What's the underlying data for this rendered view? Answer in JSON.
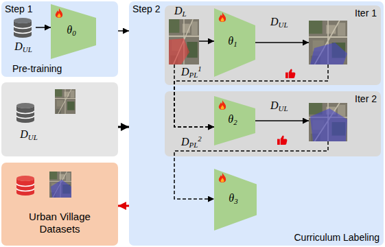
{
  "diagram": {
    "nodes": [
      {
        "text": [
          "Step 1",
          "Pre-training"
        ]
      },
      {
        "text": [
          "DUL"
        ],
        "in": 0
      },
      {
        "text": [
          "θ0"
        ],
        "in": 0
      },
      {
        "text": [
          "DUL"
        ]
      },
      {
        "text": [
          "Urban Village Datasets"
        ]
      },
      {
        "text": [
          "Step 2",
          "Curriculum Labeling"
        ]
      },
      {
        "text": [
          "Iter 1"
        ],
        "in": 5
      },
      {
        "text": [
          "DL"
        ],
        "in": 6
      },
      {
        "text": [
          "θ1"
        ],
        "in": 6
      },
      {
        "text": [
          "DUL"
        ],
        "in": 6
      },
      {
        "text": [
          "Iter 2"
        ],
        "in": 5
      },
      {
        "text": [
          "θ2"
        ],
        "in": 10
      },
      {
        "text": [
          "DUL"
        ],
        "in": 10
      },
      {
        "text": [
          "θ3"
        ],
        "in": 5
      }
    ],
    "edges": [
      {
        "from": 0,
        "to": 5,
        "arrow": "to"
      },
      {
        "from": 3,
        "to": 5,
        "arrow": "to"
      },
      {
        "from": 5,
        "to": 4,
        "arrow": "to"
      },
      {
        "from": 1,
        "to": 2,
        "arrow": "to"
      },
      {
        "from": 7,
        "to": 8,
        "arrow": "to"
      },
      {
        "from": 8,
        "to": 9,
        "arrow": "to"
      },
      {
        "from": 9,
        "to": 11,
        "label": "DPL1",
        "arrow": "to"
      },
      {
        "from": 7,
        "to": 11,
        "arrow": "to"
      },
      {
        "from": 11,
        "to": 12,
        "arrow": "to"
      },
      {
        "from": 12,
        "to": 13,
        "label": "DPL2",
        "arrow": "to"
      }
    ]
  }
}
